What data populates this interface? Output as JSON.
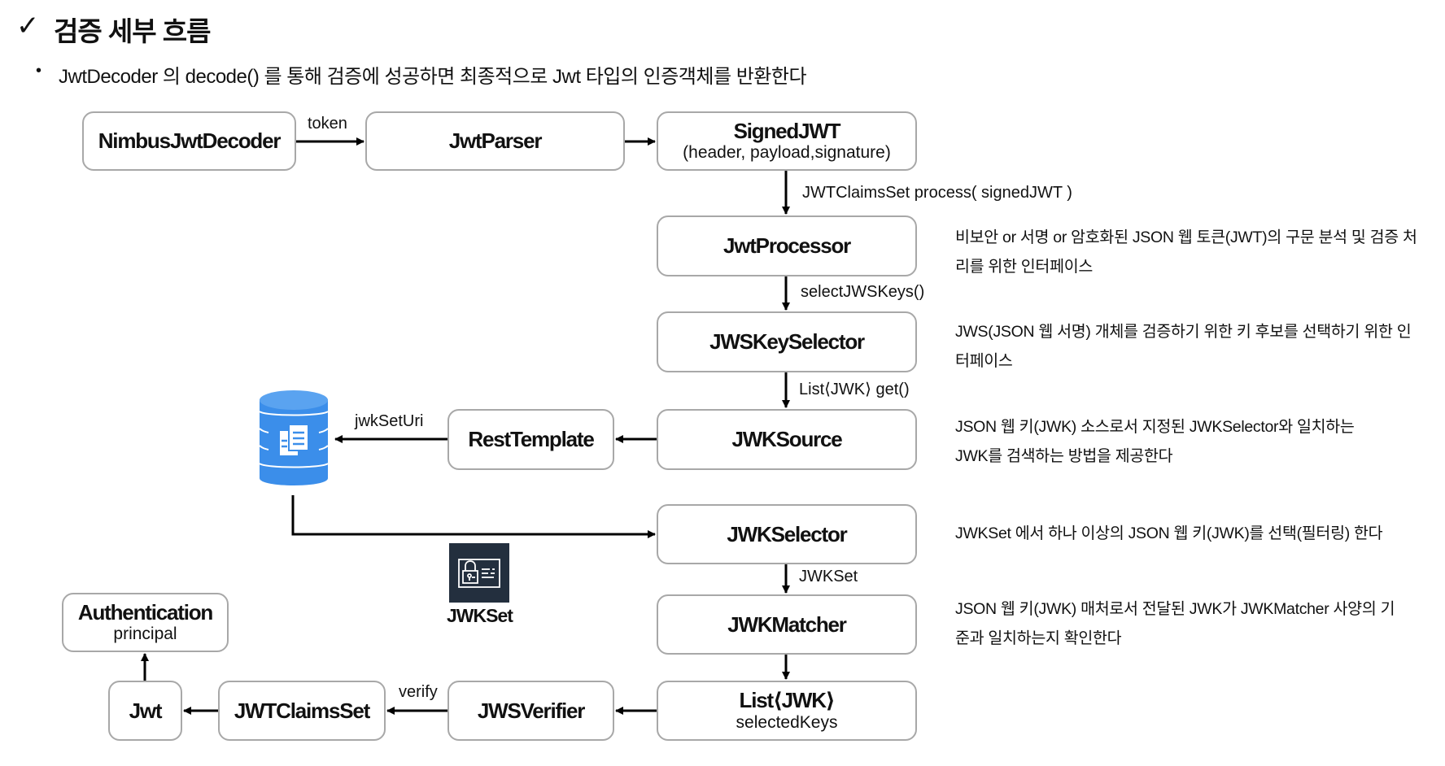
{
  "header": {
    "check_icon": "✓",
    "title": "검증 세부 흐름",
    "bullet": "•",
    "subtitle": "JwtDecoder 의 decode() 를 통해 검증에 성공하면 최종적으로 Jwt 타입의 인증객체를 반환한다"
  },
  "nodes": {
    "nimbus": {
      "label": "NimbusJwtDecoder"
    },
    "parser": {
      "label": "JwtParser"
    },
    "signed": {
      "label": "SignedJWT",
      "sub": "(header, payload,signature)"
    },
    "processor": {
      "label": "JwtProcessor"
    },
    "keyselector": {
      "label": "JWSKeySelector"
    },
    "source": {
      "label": "JWKSource"
    },
    "rest": {
      "label": "RestTemplate"
    },
    "selector": {
      "label": "JWKSelector"
    },
    "matcher": {
      "label": "JWKMatcher"
    },
    "list": {
      "label": "List⟨JWK⟩",
      "sub": "selectedKeys"
    },
    "verifier": {
      "label": "JWSVerifier"
    },
    "claims": {
      "label": "JWTClaimsSet"
    },
    "jwt": {
      "label": "Jwt"
    },
    "auth": {
      "label": "Authentication",
      "sub": "principal"
    }
  },
  "edges": {
    "token": "token",
    "process": "JWTClaimsSet process( signedJWT )",
    "selectKeys": "selectJWSKeys()",
    "get": "List⟨JWK⟩ get()",
    "jwkSetUri": "jwkSetUri",
    "jwkset": "JWKSet",
    "verify": "verify"
  },
  "icons": {
    "database": "database-icon",
    "jwkset": {
      "icon": "certificate-lock-icon",
      "label": "JWKSet"
    }
  },
  "descriptions": {
    "processor": [
      "비보안 or 서명 or 암호화된 JSON 웹 토큰(JWT)의 구문 분석 및 검증 처",
      "리를 위한 인터페이스"
    ],
    "keyselector": [
      "JWS(JSON 웹 서명) 개체를 검증하기 위한 키 후보를 선택하기 위한 인",
      "터페이스"
    ],
    "source": [
      "JSON 웹 키(JWK) 소스로서 지정된 JWKSelector와 일치하는",
      "JWK를 검색하는 방법을 제공한다"
    ],
    "selector": [
      "JWKSet 에서 하나 이상의 JSON 웹 키(JWK)를 선택(필터링) 한다"
    ],
    "matcher": [
      "JSON 웹 키(JWK) 매처로서 전달된 JWK가 JWKMatcher 사양의 기",
      "준과 일치하는지 확인한다"
    ]
  },
  "colors": {
    "database": "#3b8eea",
    "jwkset_icon_bg": "#232f3e",
    "box_border": "#a8a8a8"
  }
}
